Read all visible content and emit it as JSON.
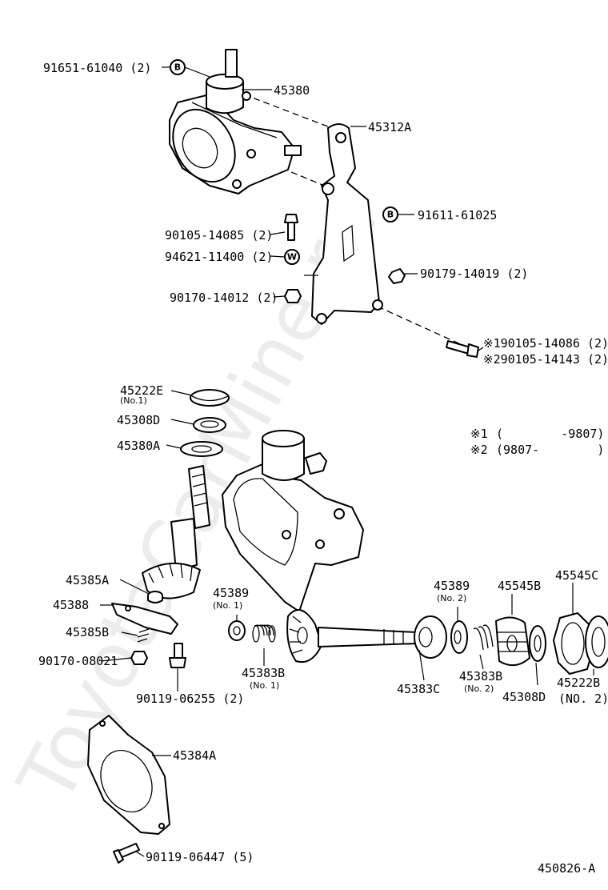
{
  "watermark": "ToyotaCarMine.ru",
  "diagram_code": "450826-A",
  "legend": {
    "note1_mark": "※1",
    "note1_range": "(        -9807)",
    "note2_mark": "※2",
    "note2_range": "(9807-        )"
  },
  "symbols": {
    "b": "B",
    "w": "W"
  },
  "labels": {
    "p91651": "91651-61040 (2)",
    "p45380": "45380",
    "p45312a": "45312A",
    "p91611": "91611-61025",
    "p90105_14085": "90105-14085 (2)",
    "p94621": "94621-11400 (2)",
    "p90179": "90179-14019 (2)",
    "p90170_14012": "90170-14012 (2)",
    "p90105_14086": "※190105-14086 (2)",
    "p90105_14143": "※290105-14143 (2)",
    "p45222e": "45222E",
    "p45222e_sub": "(No.1)",
    "p45308d": "45308D",
    "p45380a": "45380A",
    "p45385a": "45385A",
    "p45388": "45388",
    "p45385b": "45385B",
    "p90170_08021": "90170-08021",
    "p90119_06255": "90119-06255 (2)",
    "p45389_1": "45389",
    "p45389_1_sub": "(No. 1)",
    "p45383b_1": "45383B",
    "p45383b_1_sub": "(No. 1)",
    "p45389_2": "45389",
    "p45389_2_sub": "(No. 2)",
    "p45545b": "45545B",
    "p45545c": "45545C",
    "p45383b_2": "45383B",
    "p45383b_2_sub": "(No. 2)",
    "p45383c": "45383C",
    "p45308d_2": "45308D",
    "p45222b": "45222B",
    "p45222b_sub": "(NO. 2)",
    "p45384a": "45384A",
    "p90119_06447": "90119-06447 (5)"
  }
}
